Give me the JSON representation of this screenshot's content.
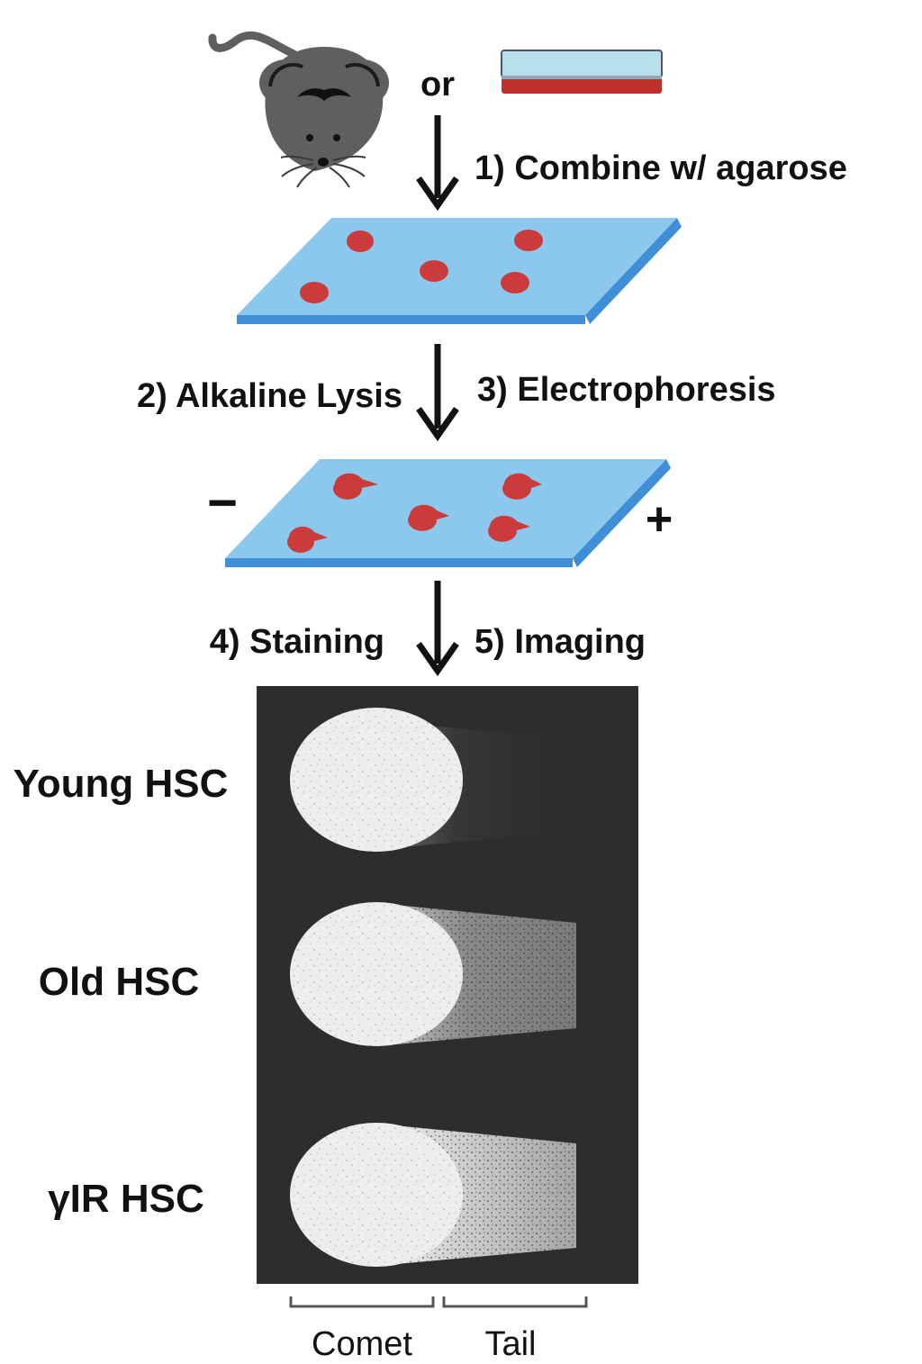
{
  "source_connector": "or",
  "steps": {
    "combine": "1) Combine w/ agarose",
    "lysis": "2) Alkaline Lysis",
    "electrophoresis": "3) Electrophoresis",
    "staining": "4) Staining",
    "imaging": "5) Imaging"
  },
  "electrodes": {
    "negative": "−",
    "positive": "+"
  },
  "samples": [
    {
      "label": "Young HSC"
    },
    {
      "label": "Old HSC"
    },
    {
      "label": "γIR HSC"
    }
  ],
  "axis": {
    "comet": "Comet",
    "tail": "Tail"
  },
  "colors": {
    "slide": "#8cc8ee",
    "slide_edge": "#3f8ed6",
    "cell": "#cc3b3b",
    "panel": "#2d2d2d",
    "mouse": "#5f5f60"
  }
}
